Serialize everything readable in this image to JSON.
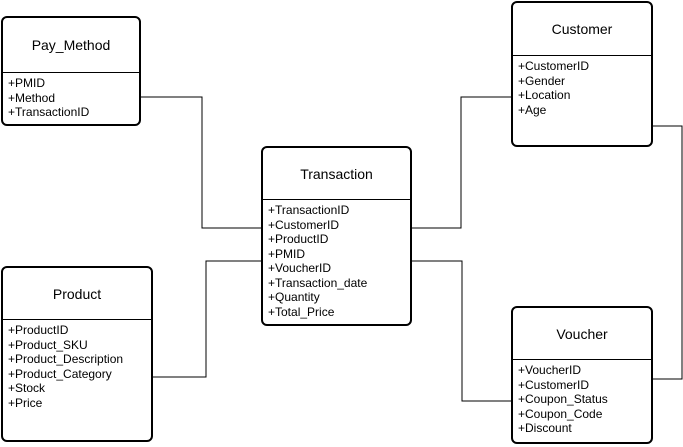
{
  "entities": {
    "pay_method": {
      "title": "Pay_Method",
      "fields": [
        "+PMID",
        "+Method",
        "+TransactionID"
      ]
    },
    "customer": {
      "title": "Customer",
      "fields": [
        "+CustomerID",
        "+Gender",
        "+Location",
        "+Age"
      ]
    },
    "transaction": {
      "title": "Transaction",
      "fields": [
        "+TransactionID",
        "+CustomerID",
        "+ProductID",
        "+PMID",
        "+VoucherID",
        "+Transaction_date",
        "+Quantity",
        "+Total_Price"
      ]
    },
    "product": {
      "title": "Product",
      "fields": [
        "+ProductID",
        "+Product_SKU",
        "+Product_Description",
        "+Product_Category",
        "+Stock",
        "+Price"
      ]
    },
    "voucher": {
      "title": "Voucher",
      "fields": [
        "+VoucherID",
        "+CustomerID",
        "+Coupon_Status",
        "+Coupon_Code",
        "+Discount"
      ]
    }
  },
  "relationships": [
    {
      "from": "pay_method",
      "to": "transaction"
    },
    {
      "from": "customer",
      "to": "transaction"
    },
    {
      "from": "product",
      "to": "transaction"
    },
    {
      "from": "voucher",
      "to": "transaction"
    },
    {
      "from": "customer",
      "to": "voucher"
    }
  ]
}
